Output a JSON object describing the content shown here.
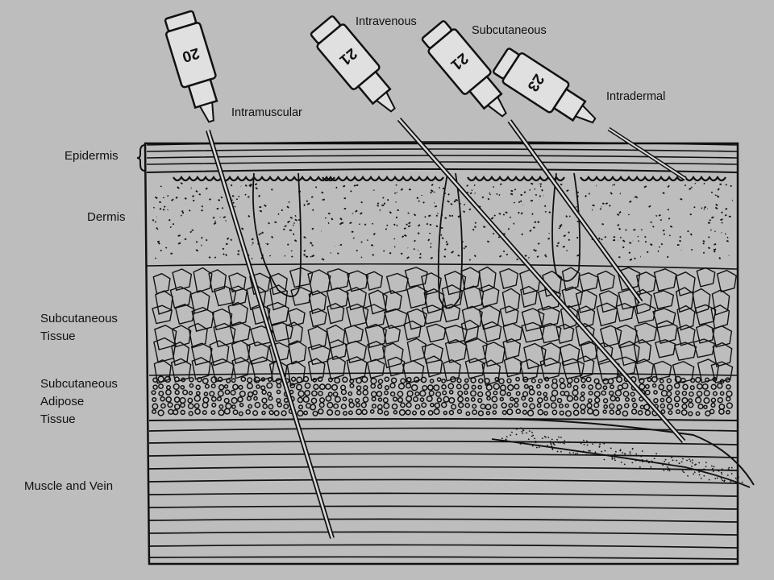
{
  "layers": {
    "epidermis": "Epidermis",
    "dermis": "Dermis",
    "subcutaneous_tissue": [
      "Subcutaneous",
      "Tissue"
    ],
    "adipose": [
      "Subcutaneous",
      "Adipose",
      "Tissue"
    ],
    "muscle": "Muscle and Vein"
  },
  "injections": {
    "intramuscular": {
      "label": "Intramuscular",
      "gauge": "20"
    },
    "intravenous": {
      "label": "Intravenous",
      "gauge": "21"
    },
    "subcutaneous": {
      "label": "Subcutaneous",
      "gauge": "21"
    },
    "intradermal": {
      "label": "Intradermal",
      "gauge": "23"
    }
  },
  "colors": {
    "background": "#bdbdbd",
    "ink": "#111111"
  }
}
